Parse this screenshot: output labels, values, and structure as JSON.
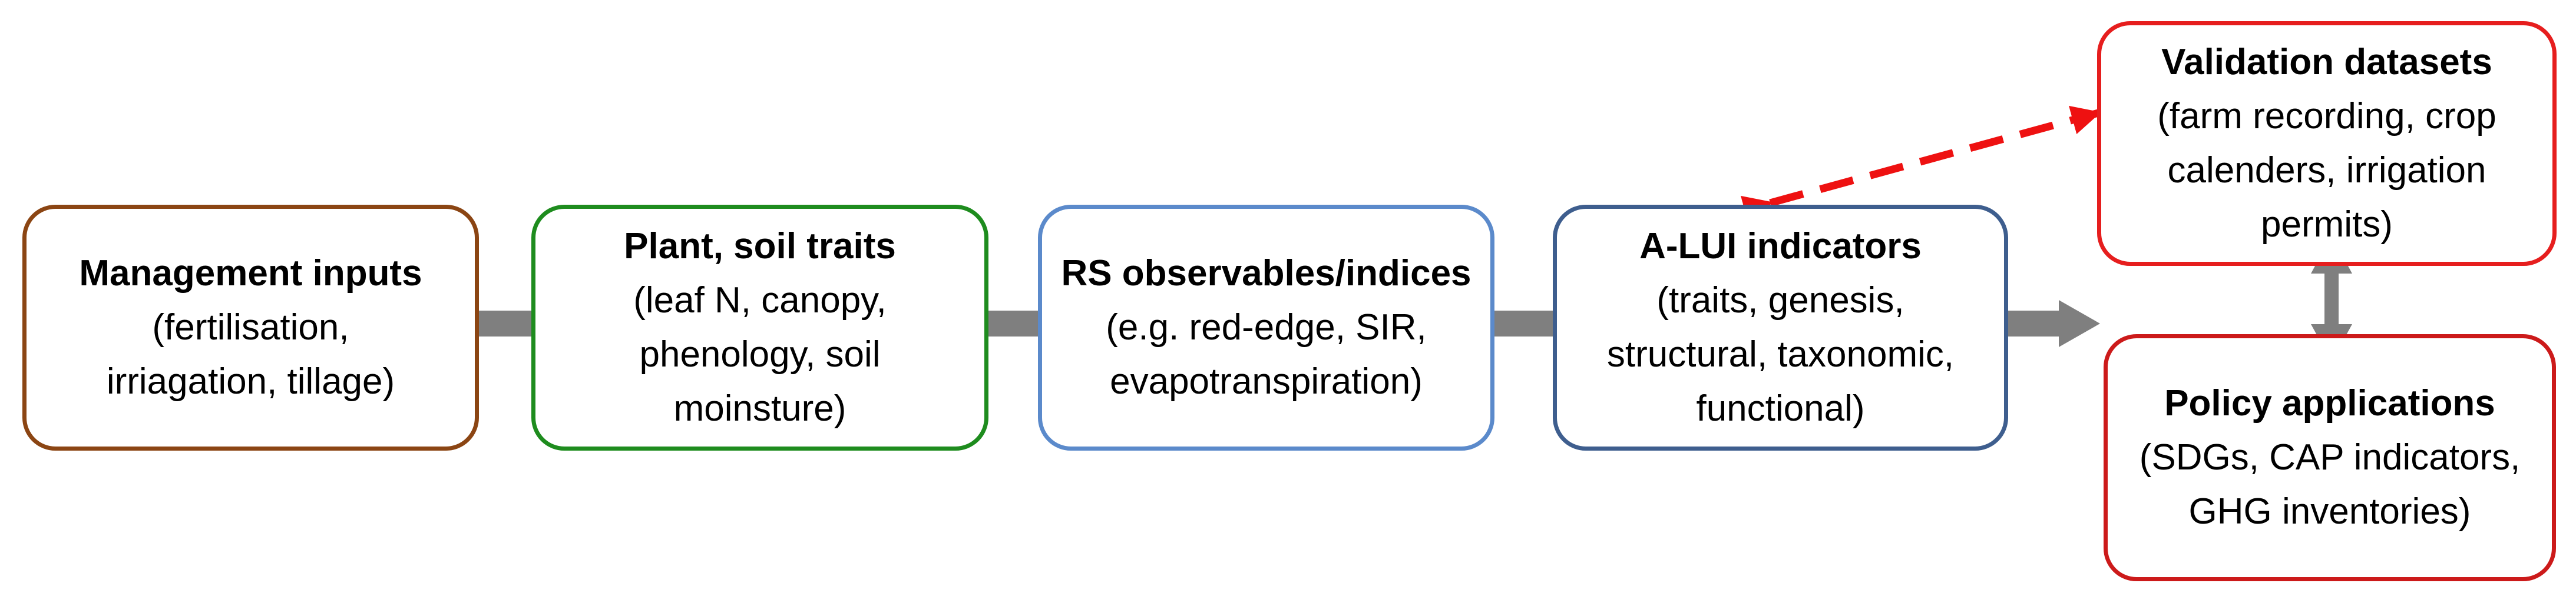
{
  "nodes": [
    {
      "id": "management",
      "title": "Management inputs",
      "lines": [
        "(fertilisation,",
        "irriagation, tillage)"
      ],
      "color": "#8B4513"
    },
    {
      "id": "traits",
      "title": "Plant, soil traits",
      "lines": [
        "(leaf N, canopy,",
        "phenology, soil",
        "moinsture)"
      ],
      "color": "#1E8C1E"
    },
    {
      "id": "rs",
      "title": "RS observables/indices",
      "lines": [
        "(e.g. red-edge, SIR,",
        "evapotranspiration)"
      ],
      "color": "#5B8ACB"
    },
    {
      "id": "alui",
      "title": "A-LUI indicators",
      "lines": [
        "(traits, genesis,",
        "structural, taxonomic,",
        "functional)"
      ],
      "color": "#3E5E8E"
    },
    {
      "id": "validation",
      "title": "Validation datasets",
      "lines": [
        "(farm recording, crop",
        "calenders, irrigation",
        "permits)"
      ],
      "color": "#E61E1E"
    },
    {
      "id": "policy",
      "title": "Policy applications",
      "lines": [
        "(SDGs, CAP indicators,",
        "GHG inventories)"
      ],
      "color": "#CC1A1A"
    }
  ],
  "connector_colors": {
    "flow": "#7F7F7F",
    "validation_link": "#EE1111"
  }
}
